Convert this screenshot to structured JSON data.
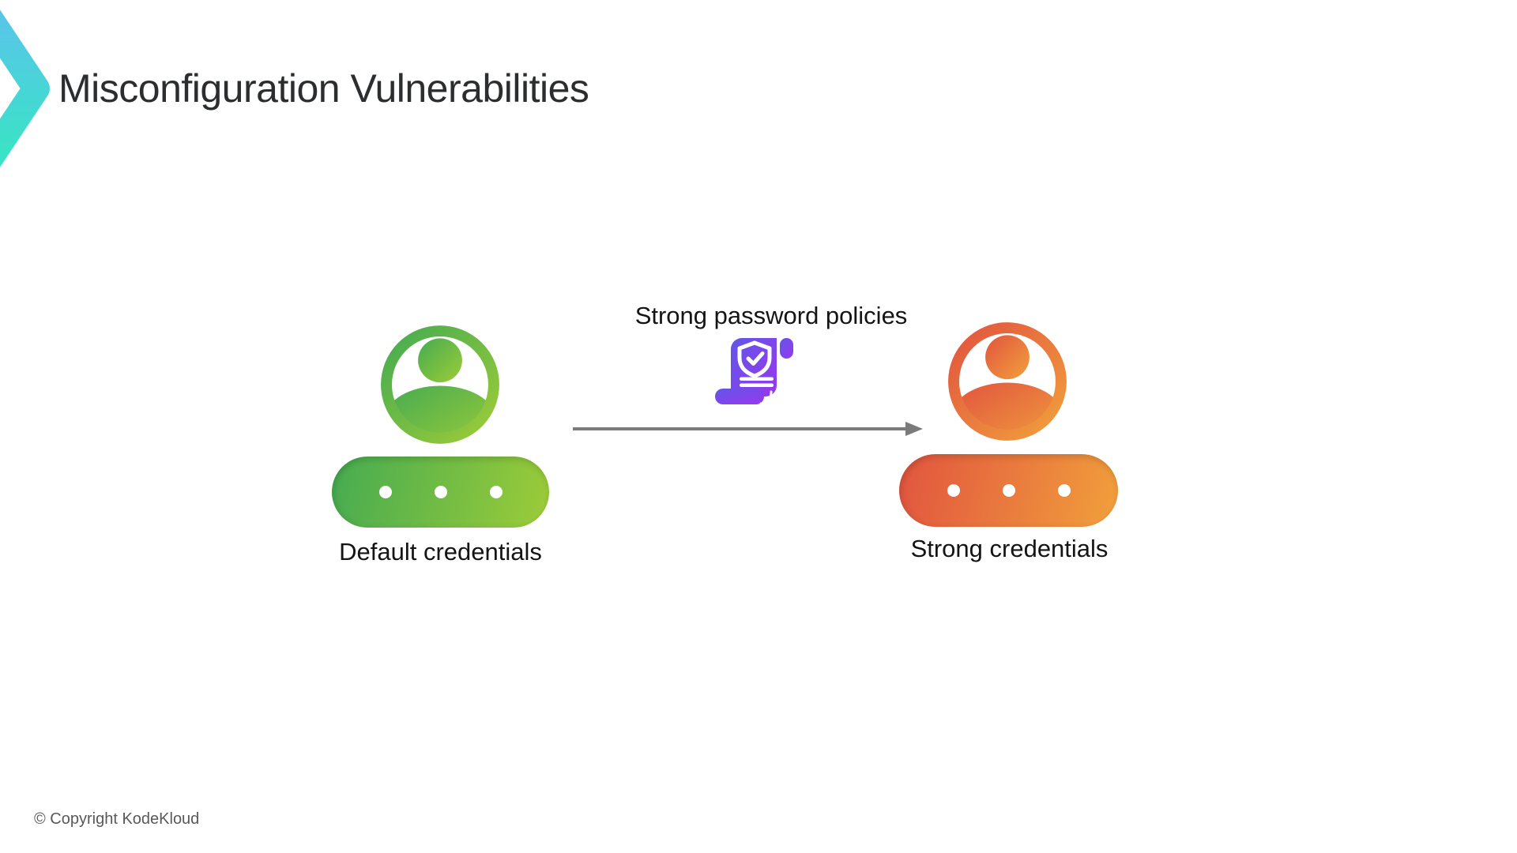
{
  "header": {
    "title": "Misconfiguration Vulnerabilities"
  },
  "diagram": {
    "before": {
      "label": "Default credentials",
      "icon": "user-avatar-green",
      "dots": 3
    },
    "transition": {
      "label": "Strong password policies",
      "icon": "security-policy-scroll"
    },
    "after": {
      "label": "Strong credentials",
      "icon": "user-avatar-orange",
      "dots": 3
    }
  },
  "footer": {
    "copyright": "© Copyright KodeKloud"
  },
  "colors": {
    "title_text": "#2b2d2e",
    "label_text": "#141414",
    "copyright_text": "#58595b",
    "arrow_gray": "#7b7b7b",
    "dot_white": "#ffffff",
    "chevron_top": "#58c6e9",
    "chevron_bottom": "#38e4c4",
    "green_start": "#45ab51",
    "green_end": "#9dcc38",
    "orange_start": "#e1543f",
    "orange_end": "#f1a03c",
    "purple_start": "#6156e7",
    "purple_end": "#9838ee"
  }
}
